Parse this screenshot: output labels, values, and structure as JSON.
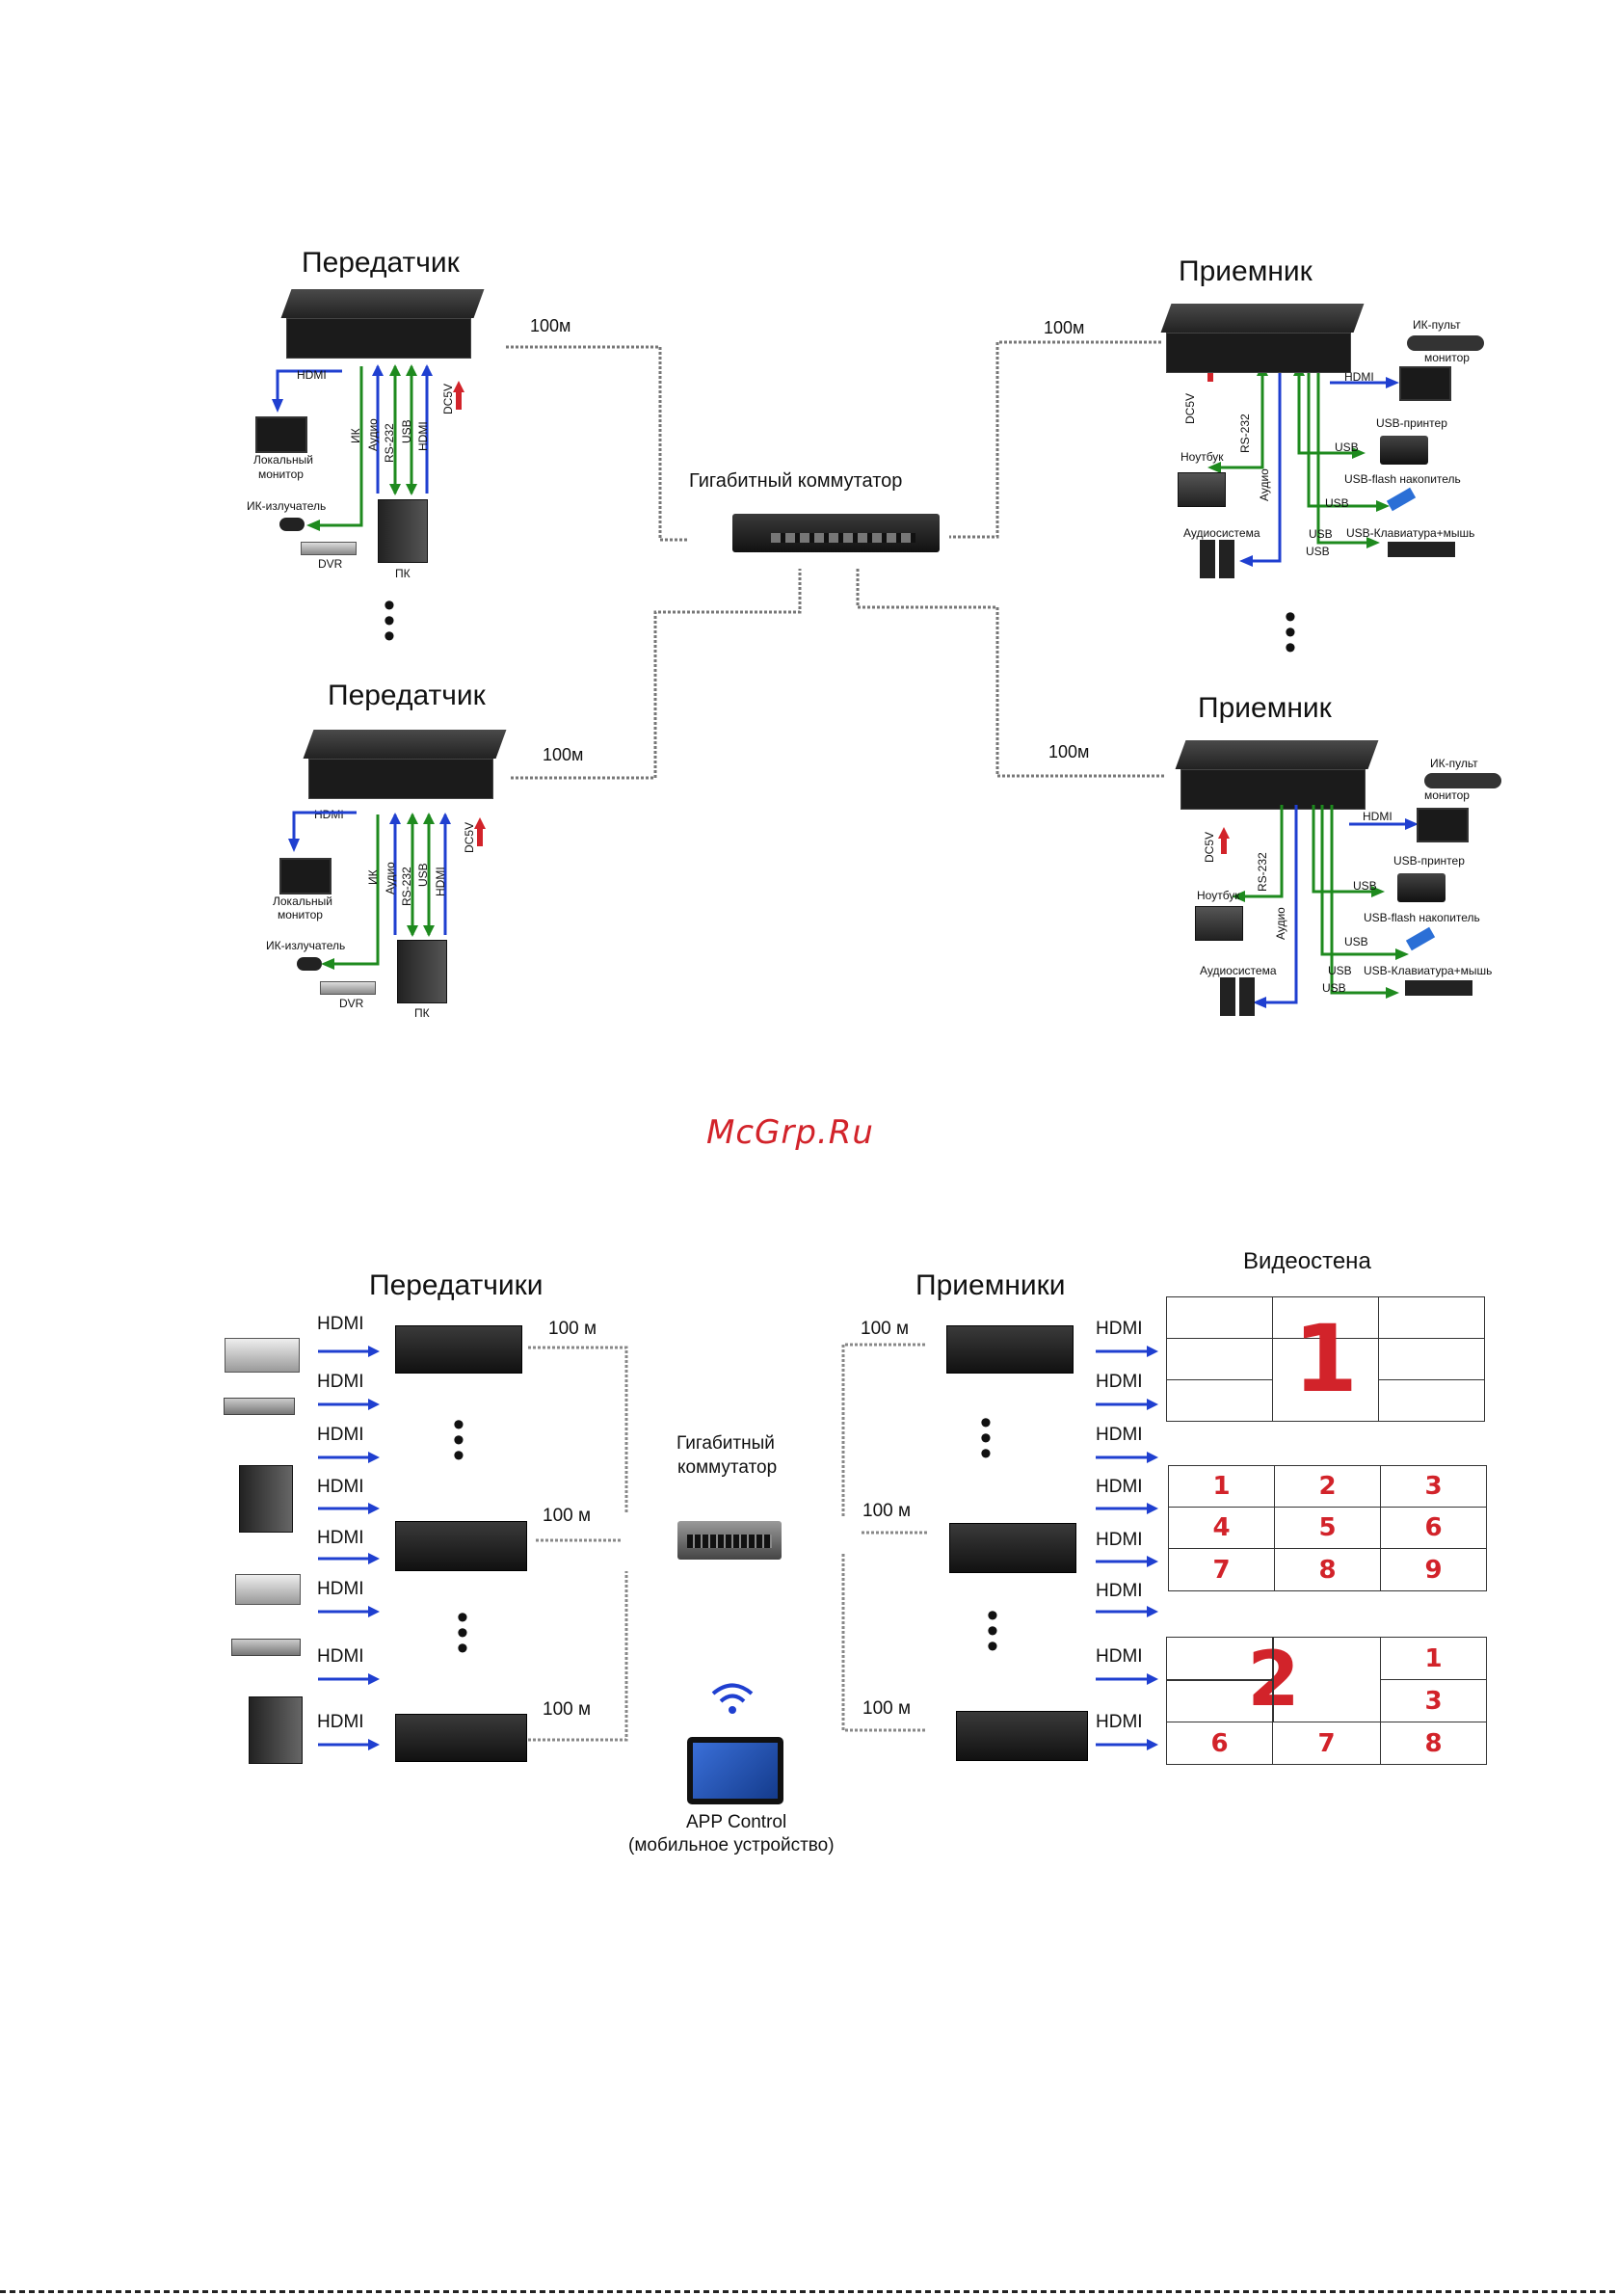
{
  "top": {
    "tx1_title": "Передатчик",
    "tx2_title": "Передатчик",
    "rx1_title": "Приемник",
    "rx2_title": "Приемник",
    "switch_label": "Гигабитный коммутатор",
    "cable_100m": "100м",
    "tx": {
      "hdmi": "HDMI",
      "monitor": "Локальный\nмонитор",
      "monitor_l1": "Локальный",
      "monitor_l2": "монитор",
      "ir_emitter": "ИК-излучатель",
      "dvr": "DVR",
      "pc": "ПК",
      "ik": "ИК",
      "audio": "Аудио",
      "rs232": "RS-232",
      "usb": "USB",
      "hdmi_v": "HDMI",
      "dc5v": "DC5V"
    },
    "rx": {
      "ir_remote_l1": "ИК-пульт",
      "ir_remote_l2": "монитор",
      "hdmi": "HDMI",
      "dc5v": "DC5V",
      "rs232": "RS-232",
      "audio": "Аудио",
      "laptop": "Ноутбук",
      "speakers": "Аудиосистема",
      "usb": "USB",
      "printer": "USB-принтер",
      "flash": "USB-flash накопитель",
      "keyboard": "USB-Клавиатура+мышь"
    }
  },
  "watermark": "McGrp.Ru",
  "bottom": {
    "tx_title": "Передатчики",
    "rx_title": "Приемники",
    "wall_title": "Видеостена",
    "switch_l1": "Гигабитный",
    "switch_l2": "коммутатор",
    "cable": "100 м",
    "hdmi": "HDMI",
    "app_l1": "APP Control",
    "app_l2": "(мобильное устройство)",
    "wall1_big": "1",
    "wall2_cells": [
      "1",
      "2",
      "3",
      "4",
      "5",
      "6",
      "7",
      "8",
      "9"
    ],
    "wall3_big": "2",
    "wall3_cells": [
      "1",
      "3",
      "6",
      "7",
      "8"
    ]
  }
}
